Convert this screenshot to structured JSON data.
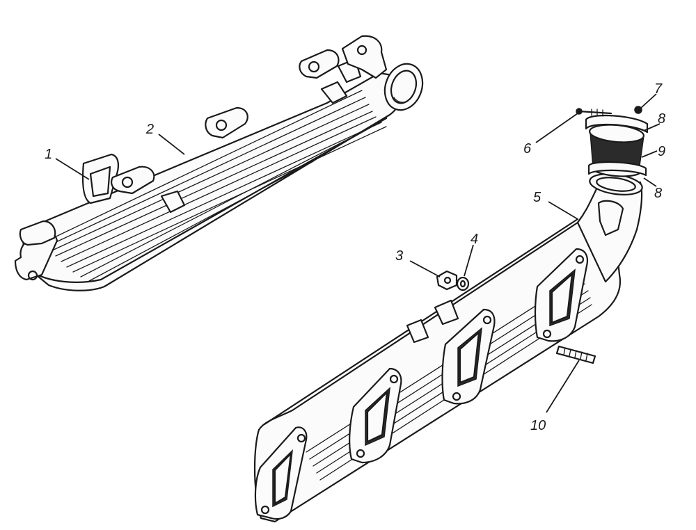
{
  "callouts": [
    {
      "id": "1",
      "text": "1"
    },
    {
      "id": "2",
      "text": "2"
    },
    {
      "id": "3",
      "text": "3"
    },
    {
      "id": "4",
      "text": "4"
    },
    {
      "id": "5",
      "text": "5"
    },
    {
      "id": "6",
      "text": "6"
    },
    {
      "id": "7",
      "text": "7"
    },
    {
      "id": "8a",
      "text": "8"
    },
    {
      "id": "9",
      "text": "9"
    },
    {
      "id": "8b",
      "text": "8"
    },
    {
      "id": "10",
      "text": "10"
    }
  ],
  "colors": {
    "ink": "#1a1a1a",
    "paper": "#ffffff"
  }
}
